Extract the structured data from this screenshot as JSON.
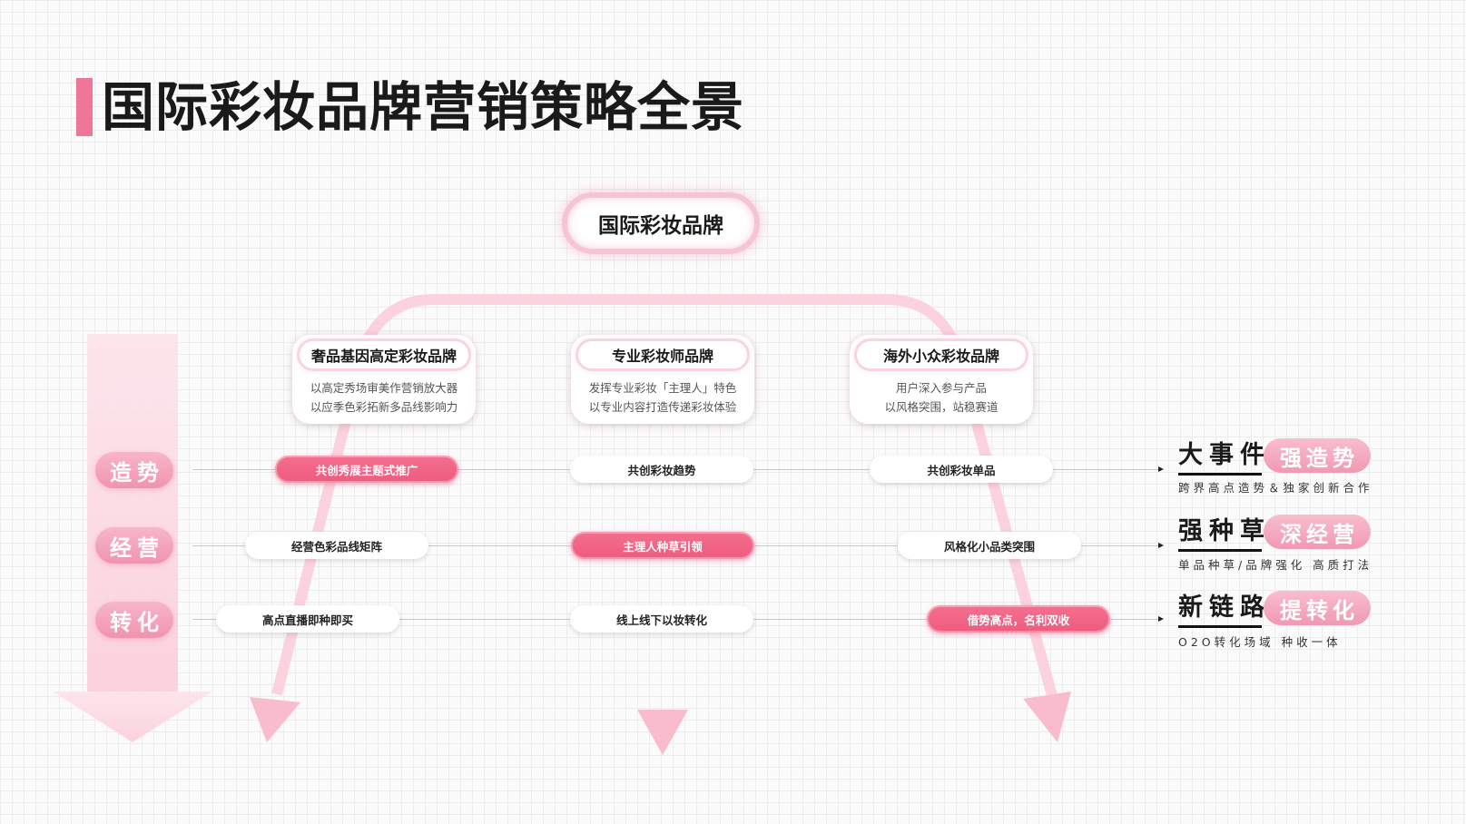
{
  "title": "国际彩妆品牌营销策略全景",
  "root": "国际彩妆品牌",
  "colors": {
    "accent": "#ef7696",
    "highlight": "#ee5b7e",
    "soft_pink": "#f8b6c8",
    "line": "#c9c9cd"
  },
  "branches": [
    {
      "title": "奢品基因高定彩妆品牌",
      "desc": [
        "以高定秀场审美作营销放大器",
        "以应季色彩拓新多品线影响力"
      ]
    },
    {
      "title": "专业彩妆师品牌",
      "desc": [
        "发挥专业彩妆「主理人」特色",
        "以专业内容打造传递彩妆体验"
      ]
    },
    {
      "title": "海外小众彩妆品牌",
      "desc": [
        "用户深入参与产品",
        "以风格突围，站稳赛道"
      ]
    }
  ],
  "stages": [
    {
      "label": "造势",
      "cells": [
        {
          "text": "共创秀展主题式推广",
          "highlight": true
        },
        {
          "text": "共创彩妆趋势",
          "highlight": false
        },
        {
          "text": "共创彩妆单品",
          "highlight": false
        }
      ],
      "summary": {
        "main": "大事件",
        "badge": "强造势",
        "sub": "跨界高点造势＆独家创新合作"
      }
    },
    {
      "label": "经营",
      "cells": [
        {
          "text": "经营色彩品线矩阵",
          "highlight": false
        },
        {
          "text": "主理人种草引领",
          "highlight": true
        },
        {
          "text": "风格化小品类突围",
          "highlight": false
        }
      ],
      "summary": {
        "main": "强种草",
        "badge": "深经营",
        "sub": "单品种草/品牌强化 高质打法"
      }
    },
    {
      "label": "转化",
      "cells": [
        {
          "text": "高点直播即种即买",
          "highlight": false
        },
        {
          "text": "线上线下以妆转化",
          "highlight": false
        },
        {
          "text": "借势高点，名利双收",
          "highlight": true
        }
      ],
      "summary": {
        "main": "新链路",
        "badge": "提转化",
        "sub": "O2O转化场域 种收一体"
      }
    }
  ]
}
